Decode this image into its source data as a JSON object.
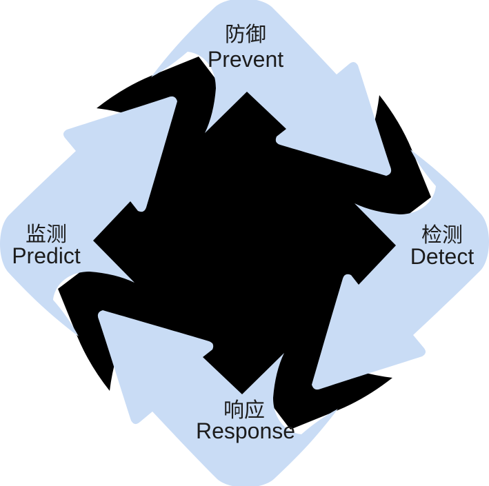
{
  "diagram": {
    "type": "cycle",
    "direction": "clockwise",
    "nodes": [
      {
        "id": "prevent",
        "label_zh": "防御",
        "label_en": "Prevent",
        "position": "top"
      },
      {
        "id": "detect",
        "label_zh": "检测",
        "label_en": "Detect",
        "position": "right"
      },
      {
        "id": "response",
        "label_zh": "响应",
        "label_en": "Response",
        "position": "bottom"
      },
      {
        "id": "predict",
        "label_zh": "监测",
        "label_en": "Predict",
        "position": "left"
      }
    ],
    "colors": {
      "arrow": "#C9DCF5",
      "connector": "#000000",
      "text": "#1C1C1C",
      "background": "#FFFFFF"
    }
  }
}
